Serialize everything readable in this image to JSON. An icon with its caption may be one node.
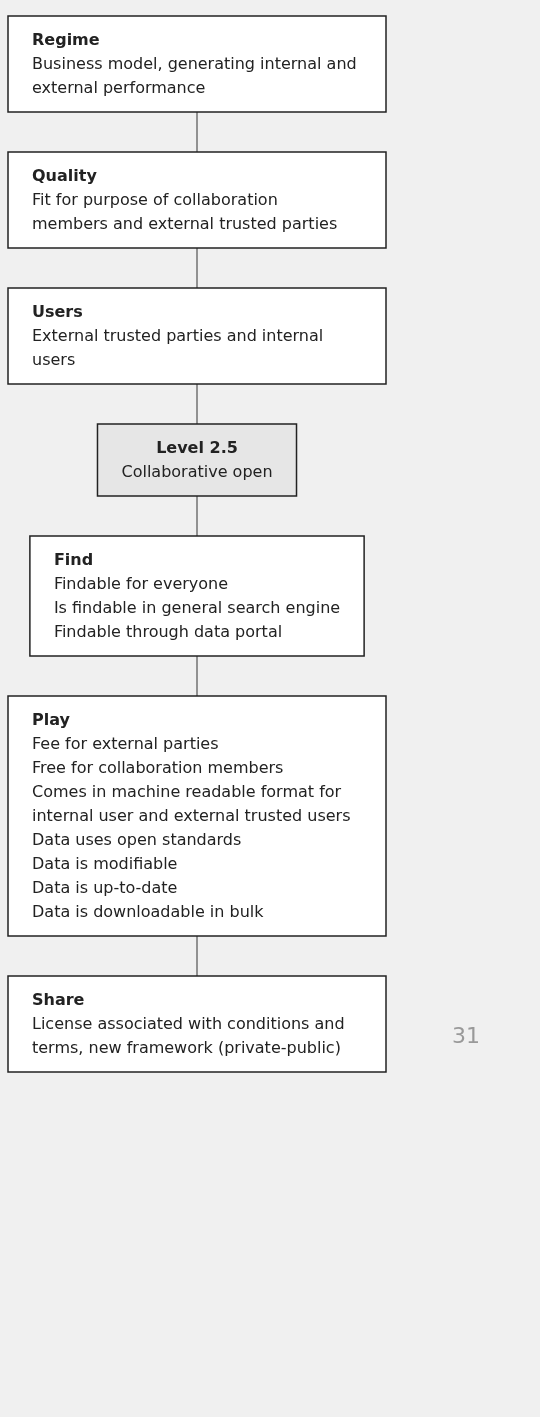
{
  "diagram": {
    "nodes": [
      {
        "text": [
          "Regime",
          "Business model, generating internal and external performance"
        ]
      },
      {
        "text": [
          "Quality",
          "Fit for purpose of collaboration members and external trusted parties"
        ]
      },
      {
        "text": [
          "Users",
          "External trusted parties and internal users"
        ]
      },
      {
        "text": [
          "Level 2.5",
          "Collaborative open"
        ]
      },
      {
        "text": [
          "Find",
          "Findable for everyone",
          "Is findable in general search engine",
          "Findable through data portal"
        ]
      },
      {
        "text": [
          "Play",
          "Fee for external parties",
          "Free for collaboration members",
          "Comes in machine readable format for internal user and external trusted users",
          "Data uses open standards",
          "Data is modifiable",
          "Data is up-to-date",
          "Data is downloadable in bulk"
        ]
      },
      {
        "text": [
          "Share",
          "License associated with conditions and terms, new framework (private-public)"
        ]
      }
    ],
    "edges": [
      {
        "from": 0,
        "to": 1,
        "arrow": "none"
      },
      {
        "from": 1,
        "to": 2,
        "arrow": "none"
      },
      {
        "from": 2,
        "to": 3,
        "arrow": "none"
      },
      {
        "from": 3,
        "to": 4,
        "arrow": "none"
      },
      {
        "from": 4,
        "to": 5,
        "arrow": "none"
      },
      {
        "from": 5,
        "to": 6,
        "arrow": "none"
      }
    ],
    "labels": [
      "31"
    ]
  }
}
